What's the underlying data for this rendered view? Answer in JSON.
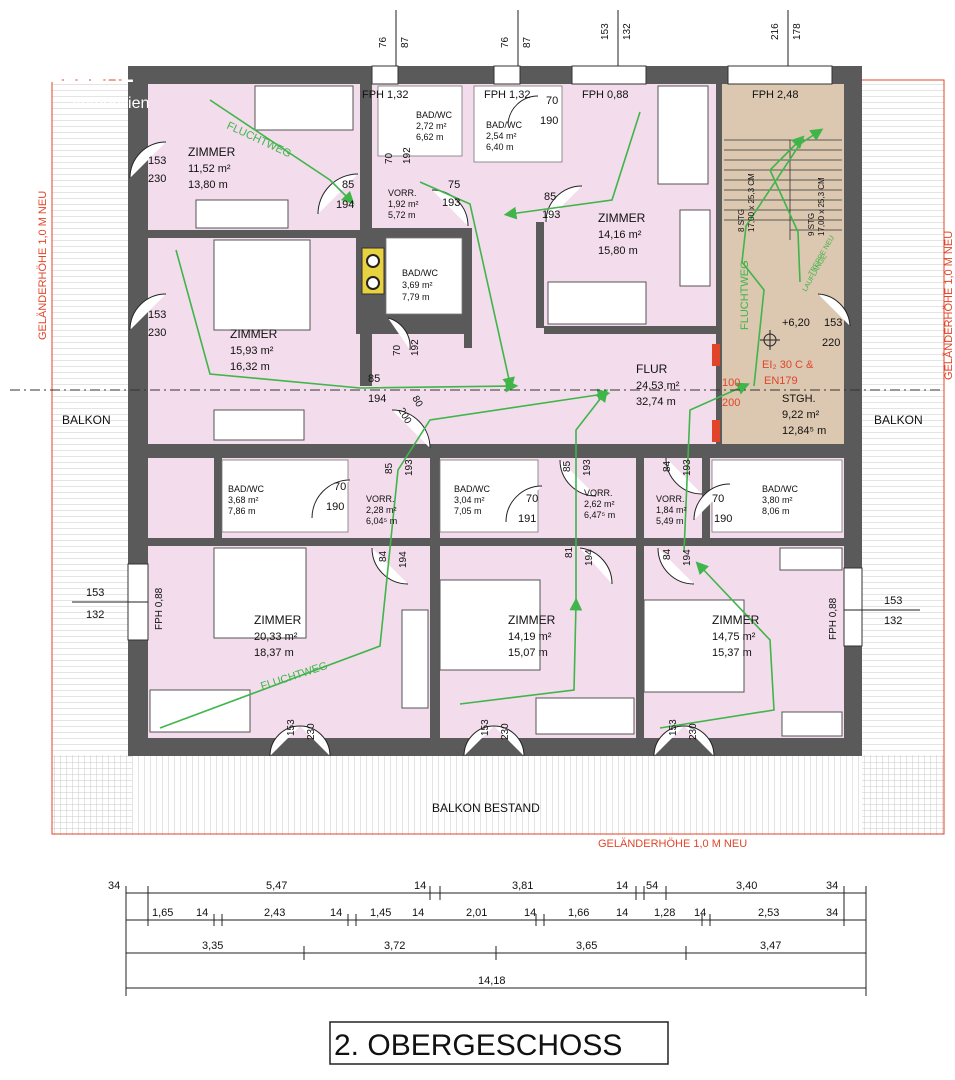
{
  "logo": {
    "line1": "ELLEAL",
    "line2": "Immobilien"
  },
  "title": "2. OBERGESCHOSS",
  "railing": {
    "left": "GELÄNDERHÖHE 1,0 M NEU",
    "right": "GELÄNDERHÖHE 1,0 M NEU",
    "bottom": "GELÄNDERHÖHE 1,0 M NEU"
  },
  "balconies": {
    "left": "BALKON",
    "right": "BALKON",
    "bottom": "BALKON BESTAND"
  },
  "rooms": {
    "zimmer_nw": {
      "name": "ZIMMER",
      "area1": "11,52 m²",
      "area2": "13,80 m"
    },
    "zimmer_w": {
      "name": "ZIMMER",
      "area1": "15,93 m²",
      "area2": "16,32 m"
    },
    "zimmer_ne": {
      "name": "ZIMMER",
      "area1": "14,16 m²",
      "area2": "15,80 m"
    },
    "zimmer_sw": {
      "name": "ZIMMER",
      "area1": "20,33 m²",
      "area2": "18,37 m"
    },
    "zimmer_s": {
      "name": "ZIMMER",
      "area1": "14,19 m²",
      "area2": "15,07 m"
    },
    "zimmer_se": {
      "name": "ZIMMER",
      "area1": "14,75 m²",
      "area2": "15,37 m"
    },
    "flur": {
      "name": "FLUR",
      "area1": "24,53 m²",
      "area2": "32,74 m"
    },
    "stgh": {
      "name": "STGH.",
      "area1": "9,22 m²",
      "area2": "12,84⁵ m"
    },
    "bad1": {
      "name": "BAD/WC",
      "area1": "2,72 m²",
      "area2": "6,62 m"
    },
    "bad2": {
      "name": "BAD/WC",
      "area1": "2,54 m²",
      "area2": "6,40 m"
    },
    "bad3": {
      "name": "BAD/WC",
      "area1": "3,69 m²",
      "area2": "7,79 m"
    },
    "bad4": {
      "name": "BAD/WC",
      "area1": "3,68 m²",
      "area2": "7,86 m"
    },
    "bad5": {
      "name": "BAD/WC",
      "area1": "3,04 m²",
      "area2": "7,05 m"
    },
    "bad6": {
      "name": "BAD/WC",
      "area1": "3,80 m²",
      "area2": "8,06 m"
    },
    "vorr1": {
      "name": "VORR.",
      "area1": "1,92 m²",
      "area2": "5,72 m"
    },
    "vorr2": {
      "name": "VORR.",
      "area1": "2,28 m²",
      "area2": "6,04⁵ m"
    },
    "vorr3": {
      "name": "VORR.",
      "area1": "2,62 m²",
      "area2": "6,47⁵ m"
    },
    "vorr4": {
      "name": "VORR.",
      "area1": "1,84 m²",
      "area2": "5,49 m"
    }
  },
  "fph": {
    "f1": "FPH 1,32",
    "f2": "FPH 1,32",
    "f3": "FPH 0,88",
    "f4": "FPH 2,48",
    "f5": "FPH 0,88",
    "f6": "FPH 0,88"
  },
  "window_dims": {
    "w1a": "76",
    "w1b": "87",
    "w2a": "76",
    "w2b": "87",
    "w3a": "153",
    "w3b": "132",
    "w4a": "216",
    "w4b": "178",
    "wl_a": "153",
    "wl_b": "132",
    "wr_a": "153",
    "wr_b": "132"
  },
  "door_dims": {
    "d_nw_a": "153",
    "d_nw_b": "230",
    "d_w_a": "153",
    "d_w_b": "230",
    "d85a": "85",
    "d194a": "194",
    "d75": "75",
    "d193a": "193",
    "d85b": "85",
    "d193b": "193",
    "d70a": "70",
    "d190a": "190",
    "d70b": "70",
    "d192a": "192",
    "d70c": "70",
    "d192b": "192",
    "d85c": "85",
    "d194b": "194",
    "d80": "80",
    "d200a": "200",
    "d100": "100",
    "d200b": "200",
    "d153st": "153",
    "d220": "220",
    "d85d": "85",
    "d193c": "193",
    "d70d": "70",
    "d190b": "190",
    "d84a": "84",
    "d194c": "194",
    "d85e": "85",
    "d193d": "193",
    "d70e": "70",
    "d191": "191",
    "d81": "81",
    "d194d": "194",
    "d84b": "84",
    "d193e": "193",
    "d70f": "70",
    "d190c": "190",
    "d84c": "84",
    "d194e": "194",
    "db1a": "153",
    "db1b": "230",
    "db2a": "153",
    "db2b": "230",
    "db3a": "153",
    "db3b": "230"
  },
  "stairs": {
    "level": "+6,20",
    "fire_door1": "EI₂ 30 C &",
    "fire_door2": "EN179",
    "run1": "8 STG",
    "run1b": "17,00 x 25,3 CM",
    "run2": "9 STG",
    "run2b": "17,00 x 25,3 CM",
    "stairs_label": "TREPPE NEU",
    "stairs_label2": "LAUFLÄNGE"
  },
  "fluchtweg": {
    "f1": "FLUCHTWEG",
    "f2": "FLUCHTWEG",
    "f3": "FLUCHTWEG"
  },
  "dim_rows": {
    "row1": [
      "34",
      "5,47",
      "14",
      "3,81",
      "14",
      "54",
      "3,40",
      "34"
    ],
    "row2": [
      "1,65",
      "14",
      "2,43",
      "14",
      "1,45",
      "14",
      "2,01",
      "14",
      "1,66",
      "14",
      "1,28",
      "14",
      "2,53",
      "34"
    ],
    "row3": [
      "3,35",
      "3,72",
      "3,65",
      "3,47"
    ],
    "row4": [
      "14,18"
    ]
  },
  "colors": {
    "room_fill": "#f3dceb",
    "stair_fill": "#dcc7b0",
    "wall": "#5a5a5a",
    "escape_route": "#3fb54a",
    "railing_text": "#e0452a"
  }
}
